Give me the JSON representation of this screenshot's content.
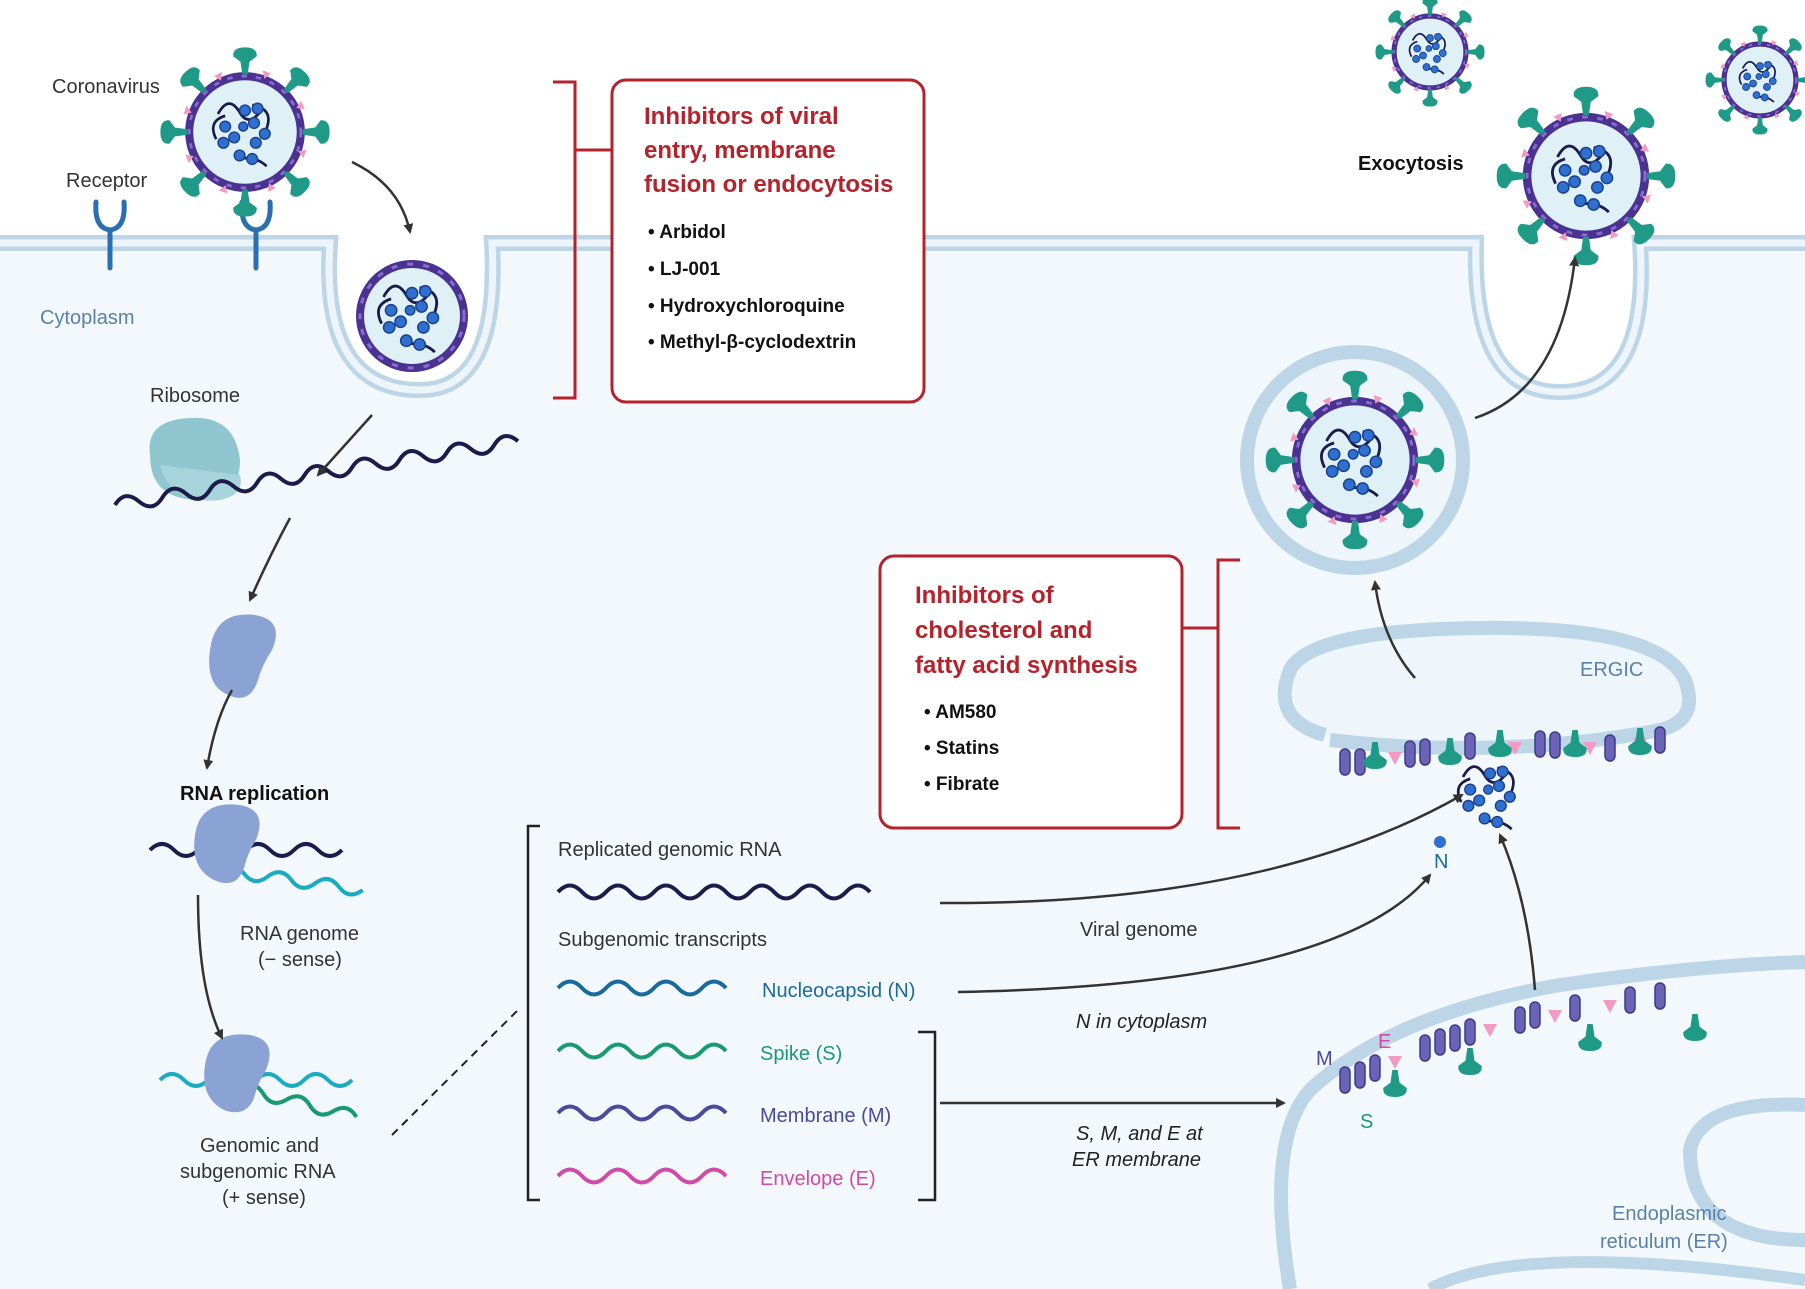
{
  "labels": {
    "coronavirus": "Coronavirus",
    "receptor": "Receptor",
    "cytoplasm": "Cytoplasm",
    "ribosome": "Ribosome",
    "rna_replication": "RNA replication",
    "rna_genome_1": "RNA genome",
    "rna_genome_2": "(− sense)",
    "genomic_1": "Genomic and",
    "genomic_2": "subgenomic RNA",
    "genomic_3": "(+ sense)",
    "exocytosis": "Exocytosis",
    "ergic": "ERGIC",
    "n_label": "N",
    "er_1": "Endoplasmic",
    "er_2": "reticulum (ER)",
    "er_m": "M",
    "er_e": "E",
    "er_s": "S"
  },
  "transcripts": {
    "replicated": "Replicated genomic RNA",
    "subgenomic": "Subgenomic transcripts",
    "nucleocapsid": "Nucleocapsid (N)",
    "spike": "Spike (S)",
    "membrane": "Membrane (M)",
    "envelope": "Envelope (E)"
  },
  "arrow_labels": {
    "viral_genome": "Viral genome",
    "n_cytoplasm": "N in cytoplasm",
    "sme_1": "S, M, and E at",
    "sme_2": "ER membrane"
  },
  "entry_box": {
    "title_lines": [
      "Inhibitors of viral",
      "entry, membrane",
      "fusion or endocytosis"
    ],
    "items": [
      "• Arbidol",
      "• LJ-001",
      "• Hydroxychloroquine",
      "• Methyl-β-cyclodextrin"
    ]
  },
  "lipid_box": {
    "title_lines": [
      "Inhibitors of",
      "cholesterol and",
      "fatty acid synthesis"
    ],
    "items": [
      "• AM580",
      "• Statins",
      "• Fibrate"
    ]
  },
  "colors": {
    "cytoplasm_fill": "#f3f8fc",
    "membrane": "#bcd6e8",
    "box_border": "#b5222c",
    "box_title": "#b5222c",
    "spike": "#1f9a86",
    "envelope_purple": "#5b3fa0",
    "capsid_blue": "#2f6fd0",
    "nucleocapsid_rna": "#1a6a9a",
    "spike_rna": "#1a9a70",
    "membrane_rna": "#4a4a9a",
    "envelope_rna": "#d04aa8",
    "ribosome": "#8fc6cf",
    "polymerase": "#8aa3d4"
  }
}
